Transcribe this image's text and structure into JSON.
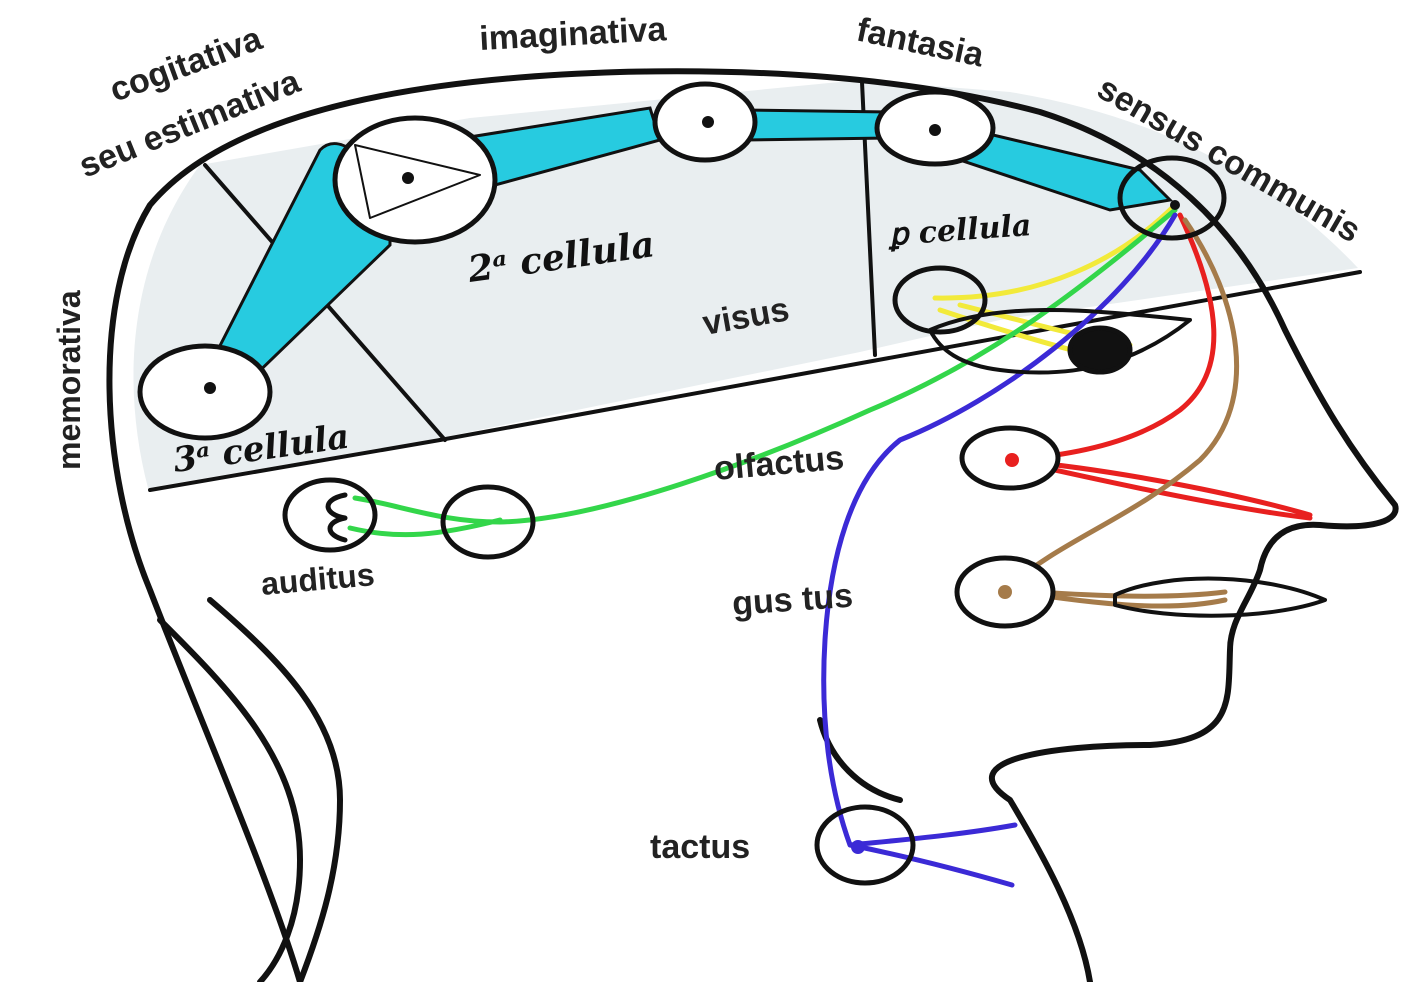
{
  "labels": {
    "cogitativa": "cogitativa",
    "seu_estimativa": "seu estimativa",
    "imaginativa": "imaginativa",
    "fantasia": "fantasia",
    "sensus_communis": "sensus communis",
    "memorativa": "memorativa",
    "visus": "visus",
    "olfactus": "olfactus",
    "auditus": "auditus",
    "gustus": "gus tus",
    "tactus": "tactus"
  },
  "cells": {
    "prima": "ꝑ cellula",
    "secunda": "2ᵃ cellula",
    "tertia": "3ᵃ cellula"
  },
  "colors": {
    "ventricle_fill": "#e9eef0",
    "channel": "#27cbe0",
    "visus_path": "#f2ea3a",
    "auditus_path": "#33d64a",
    "olfactus_path": "#e8201f",
    "gustus_path": "#a57b4a",
    "tactus_path": "#3b2ad6",
    "outline": "#111111"
  }
}
